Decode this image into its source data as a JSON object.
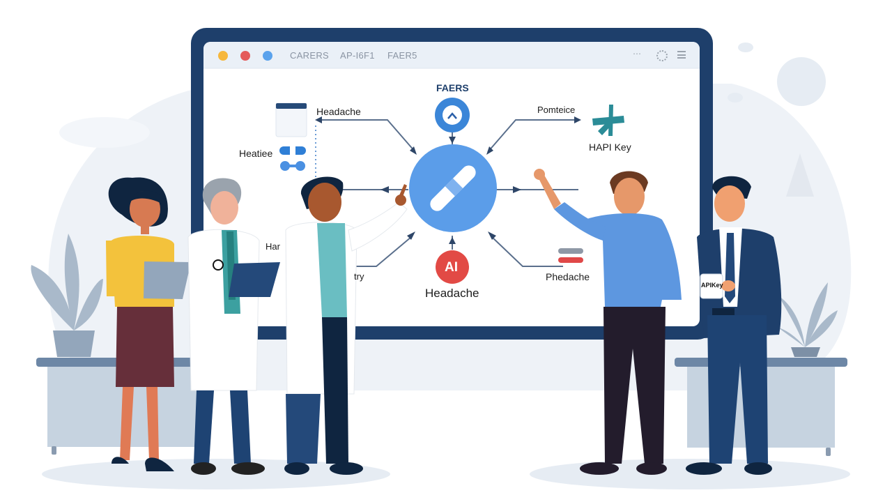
{
  "window": {
    "traffic_lights": [
      {
        "name": "yellow",
        "color": "#f6b73c"
      },
      {
        "name": "red",
        "color": "#e45a5a"
      },
      {
        "name": "blue",
        "color": "#5aa2ec"
      }
    ],
    "tabs": [
      {
        "label": "CARERS"
      },
      {
        "label": "AP-I6F1"
      },
      {
        "label": "FAER5"
      }
    ],
    "toolbar_icons": [
      "more-icon",
      "settings-icon",
      "menu-icon"
    ]
  },
  "diagram": {
    "top_node": {
      "label": "FAERS",
      "icon": "chevron-up-icon",
      "color": "#3b86d8"
    },
    "center_node": {
      "icon": "pill-icon",
      "color": "#5b9de9"
    },
    "bottom_node": {
      "badge": "AI",
      "label": "Headache",
      "color": "#e24a45"
    },
    "left_items": [
      {
        "label": "Headache",
        "icon": "document-icon"
      },
      {
        "label": "Heatiee",
        "icon": "capsule-icon"
      },
      {
        "label": "Har"
      },
      {
        "label": "try"
      }
    ],
    "right_items": [
      {
        "label": "Pomteice"
      },
      {
        "label": "HAPI Key",
        "icon": "molecule-icon",
        "icon_color": "#2b8c97"
      },
      {
        "label": "Phedache",
        "icon": "pill-bars-icon"
      }
    ]
  },
  "people": {
    "mug_label": "APIKey"
  },
  "colors": {
    "frame": "#1e3f6b",
    "screen_bg": "#ffffff",
    "titlebar_bg": "#eaf0f7",
    "background_blob": "#eef2f7",
    "desk": "#6d87a6",
    "desk_body": "#c6d3e0"
  }
}
